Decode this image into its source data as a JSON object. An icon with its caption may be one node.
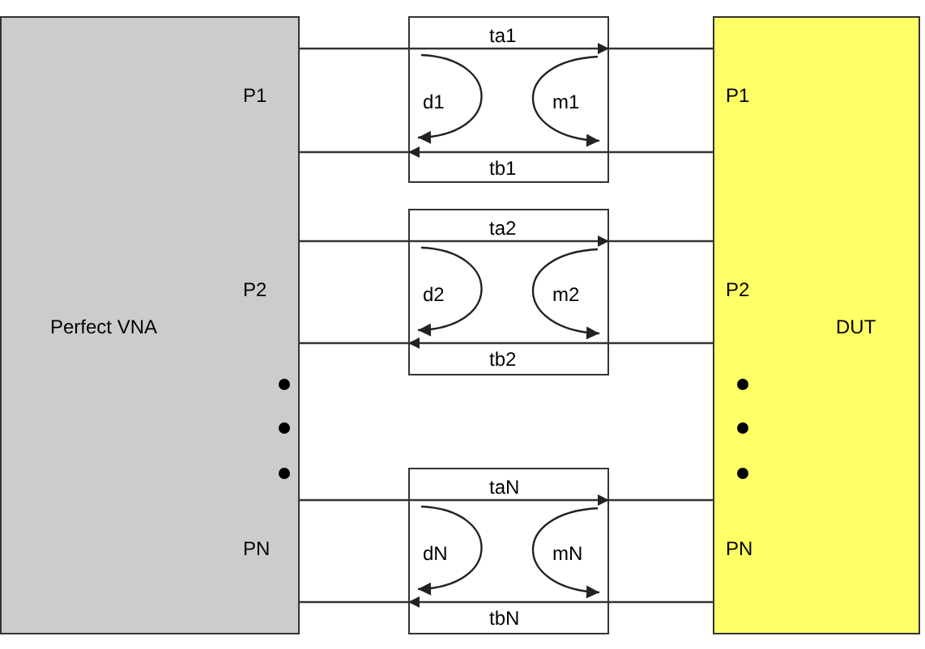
{
  "diagram": {
    "nodes": [
      {
        "text": [
          "Perfect VNA"
        ]
      },
      {
        "text": [
          "d1",
          "m1"
        ]
      },
      {
        "text": [
          "d2",
          "m2"
        ]
      },
      {
        "text": [
          "dN",
          "mN"
        ]
      },
      {
        "text": [
          "DUT"
        ]
      }
    ],
    "edges": [
      {
        "from": 0,
        "to": 1,
        "arrow": "to",
        "label": "ta1"
      },
      {
        "from": 1,
        "to": 4,
        "arrow": "none"
      },
      {
        "from": 4,
        "to": 1,
        "arrow": "to",
        "label": "tb1"
      },
      {
        "from": 1,
        "to": 0,
        "arrow": "none"
      },
      {
        "from": 0,
        "to": 2,
        "arrow": "to",
        "label": "ta2"
      },
      {
        "from": 2,
        "to": 4,
        "arrow": "none"
      },
      {
        "from": 4,
        "to": 2,
        "arrow": "to",
        "label": "tb2"
      },
      {
        "from": 2,
        "to": 0,
        "arrow": "none"
      },
      {
        "from": 0,
        "to": 3,
        "arrow": "to",
        "label": "taN"
      },
      {
        "from": 3,
        "to": 4,
        "arrow": "none"
      },
      {
        "from": 4,
        "to": 3,
        "arrow": "to",
        "label": "tbN"
      },
      {
        "from": 3,
        "to": 0,
        "arrow": "none"
      }
    ],
    "labels": [
      "P1",
      "P1",
      "P2",
      "P2",
      "PN",
      "PN"
    ]
  }
}
